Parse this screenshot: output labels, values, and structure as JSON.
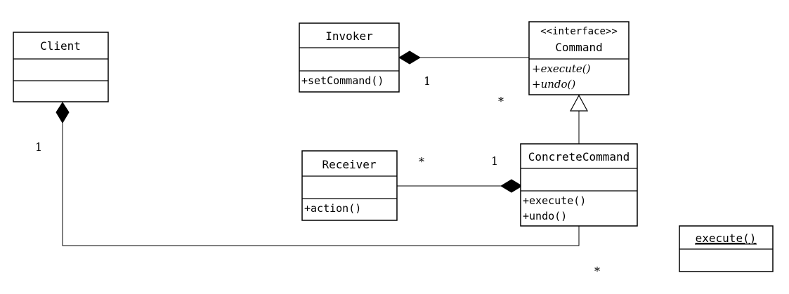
{
  "classes": {
    "client": {
      "name": "Client"
    },
    "invoker": {
      "name": "Invoker",
      "methods": [
        "+setCommand()"
      ]
    },
    "command": {
      "stereotype": "<<interface>>",
      "name": "Command",
      "methods": [
        "+execute()",
        "+undo()"
      ]
    },
    "receiver": {
      "name": "Receiver",
      "methods": [
        "+action()"
      ]
    },
    "concrete_command": {
      "name": "ConcreteCommand",
      "methods": [
        "+execute()",
        "+undo()"
      ]
    },
    "execute_box": {
      "name": "execute()"
    }
  },
  "multiplicities": {
    "invoker_end": "1",
    "command_end": "*",
    "client_end": "1",
    "receiver_end": "*",
    "concrete_end": "1",
    "bottom_star": "*"
  }
}
